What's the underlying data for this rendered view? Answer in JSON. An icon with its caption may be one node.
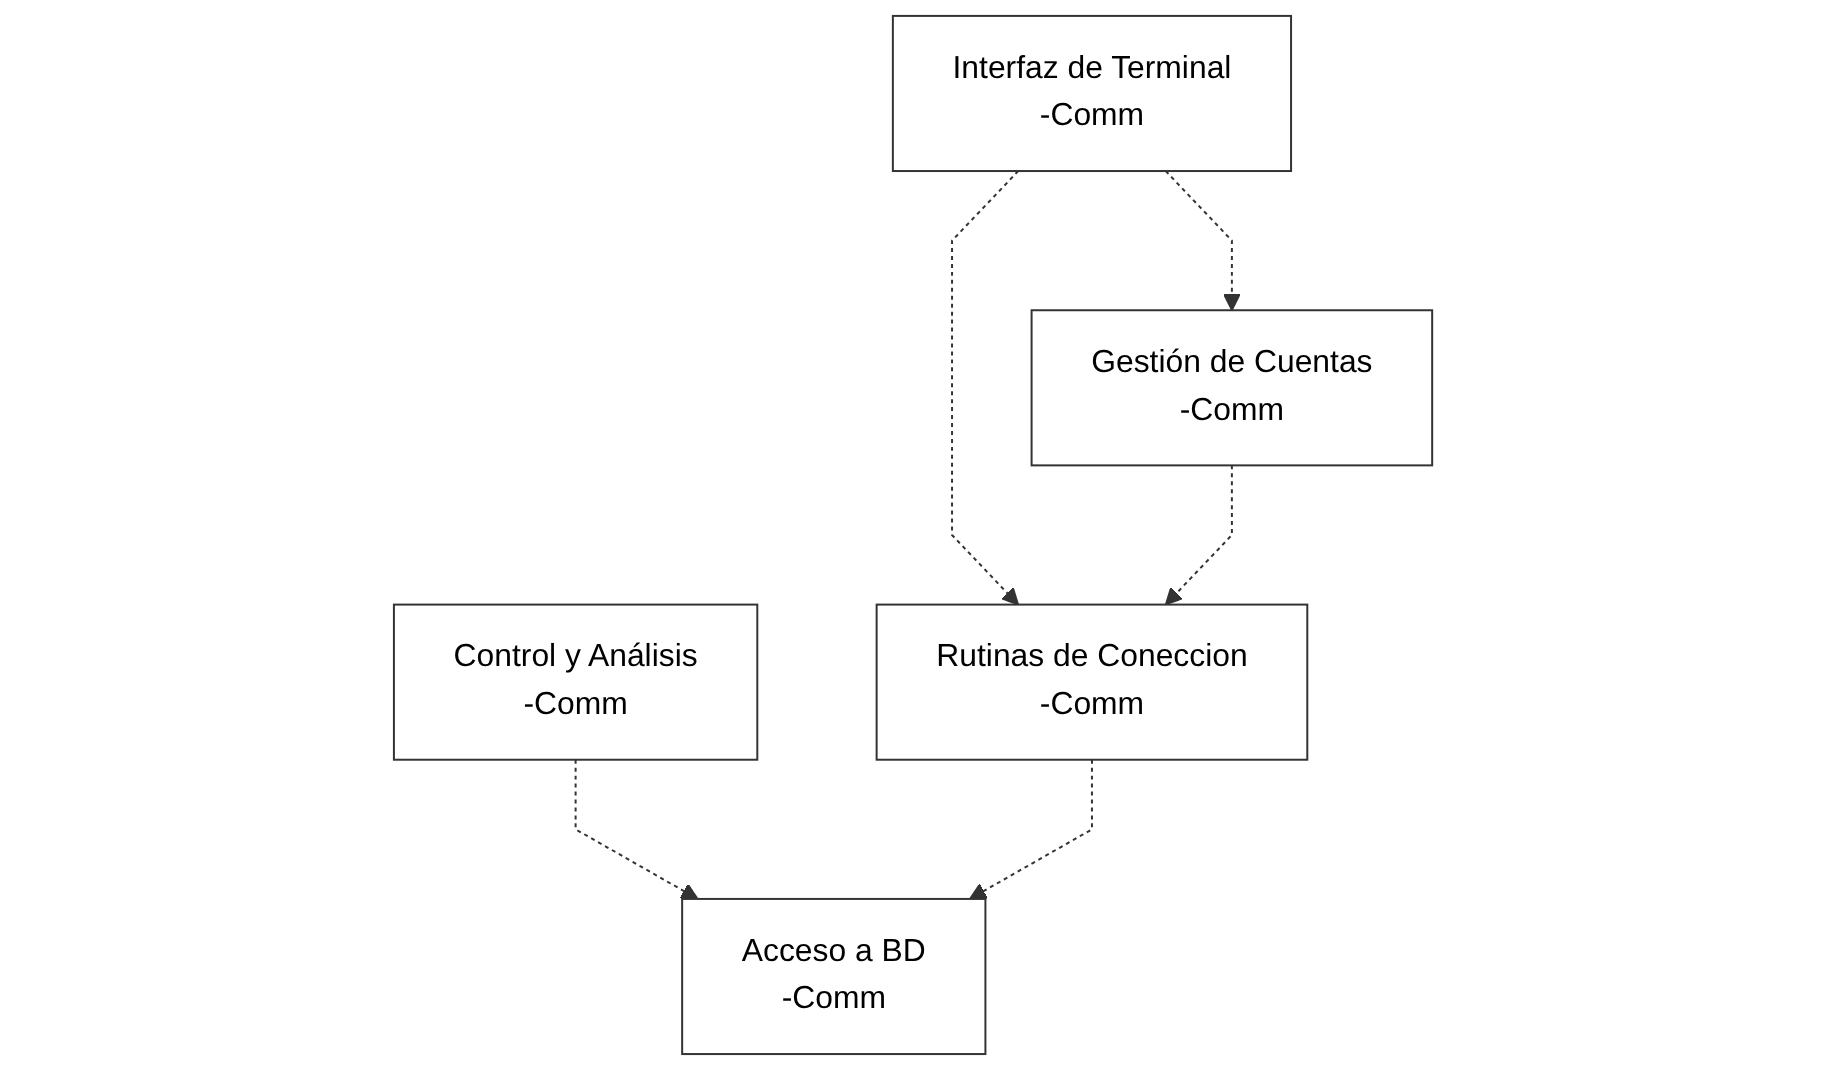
{
  "diagram": {
    "nodes": [
      {
        "text": [
          "Interfaz de Terminal",
          "-Comm"
        ]
      },
      {
        "text": [
          "Control y Análisis",
          "-Comm"
        ]
      },
      {
        "text": [
          "Gestión de Cuentas",
          "-Comm"
        ]
      },
      {
        "text": [
          "Rutinas de Coneccion",
          "-Comm"
        ]
      },
      {
        "text": [
          "Acceso a BD",
          "-Comm"
        ]
      }
    ],
    "edges": [
      {
        "from": 0,
        "to": 2,
        "arrow": "to",
        "style": "dashed"
      },
      {
        "from": 0,
        "to": 3,
        "arrow": "to",
        "style": "dashed"
      },
      {
        "from": 1,
        "to": 4,
        "arrow": "to",
        "style": "dashed"
      },
      {
        "from": 2,
        "to": 3,
        "arrow": "to",
        "style": "dashed"
      },
      {
        "from": 3,
        "to": 4,
        "arrow": "to",
        "style": "dashed"
      }
    ]
  }
}
